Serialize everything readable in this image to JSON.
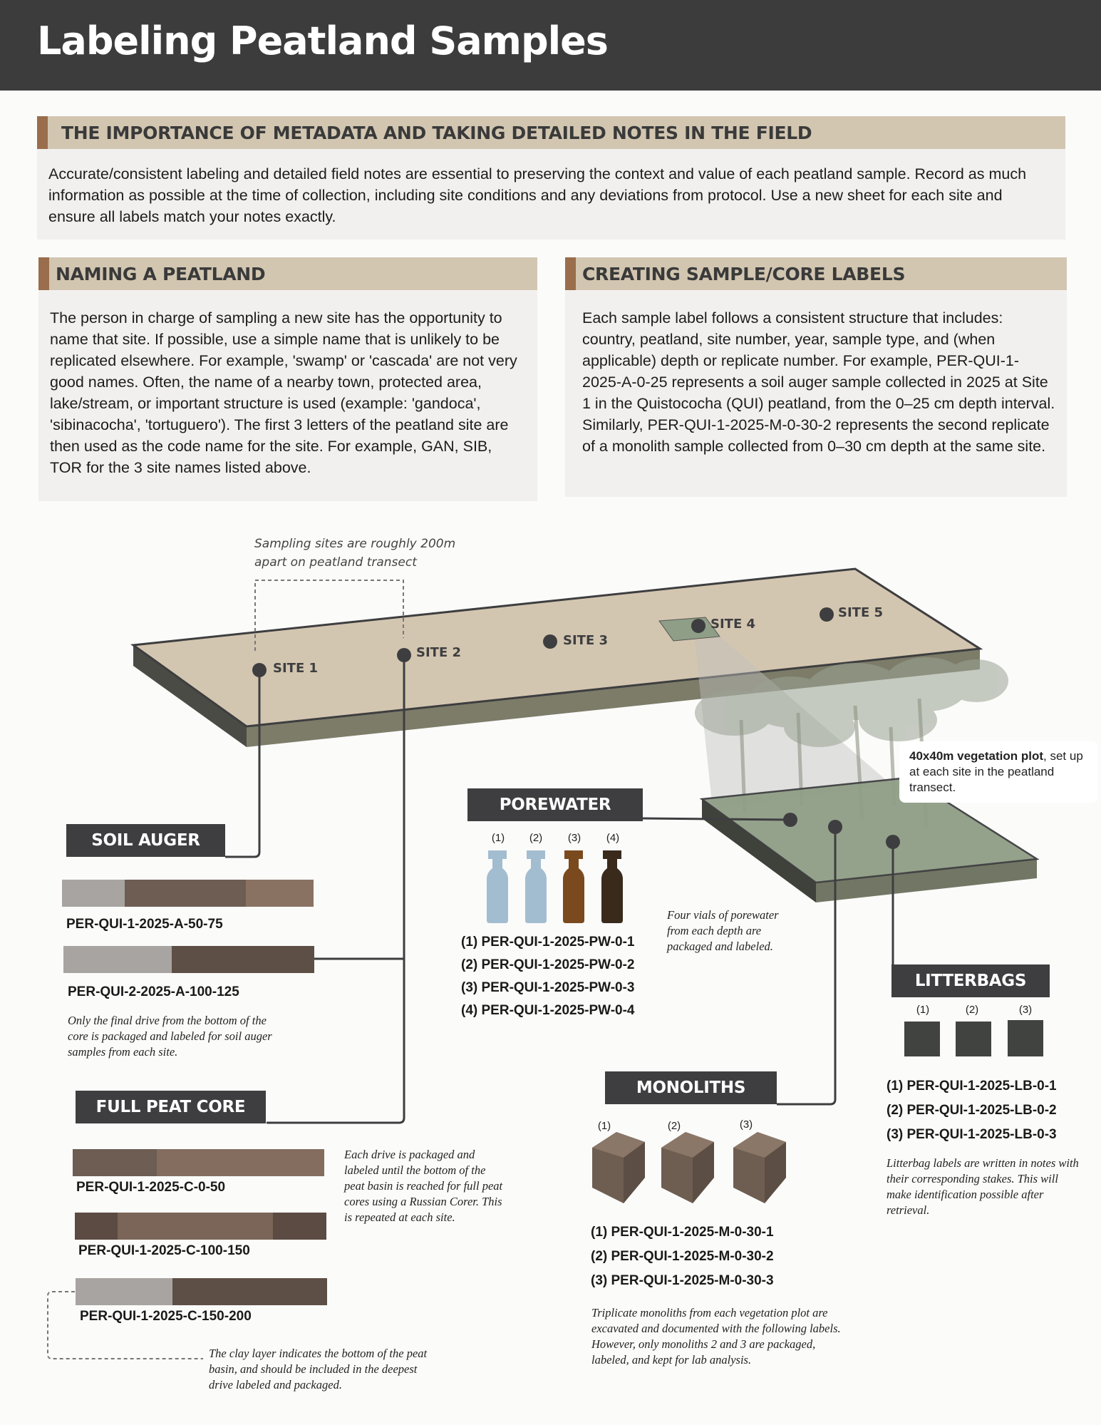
{
  "header": {
    "title": "Labeling Peatland Samples"
  },
  "metadata_section": {
    "heading": "THE IMPORTANCE OF METADATA AND TAKING DETAILED NOTES IN THE FIELD",
    "body": "Accurate/consistent labeling and detailed field notes are essential to preserving the context and value of each peatland sample. Record as much information as possible at the time of collection, including site conditions and any deviations from protocol. Use a new sheet for each site and ensure all labels match your notes exactly."
  },
  "naming_section": {
    "heading": "NAMING A PEATLAND",
    "body": "The person in charge of sampling a new site has the opportunity to name that site. If possible, use a simple name that is unlikely to be replicated elsewhere. For example, 'swamp' or 'cascada' are not very good names. Often, the name of a nearby town, protected area, lake/stream, or important structure is used (example: 'gandoca', 'sibinacocha', 'tortuguero'). The first 3 letters of the peatland site are then used as the code name for the site. For example, GAN, SIB, TOR for the 3 site names listed above."
  },
  "labels_section": {
    "heading": "CREATING SAMPLE/CORE LABELS",
    "body": "Each sample label follows a consistent structure that includes: country, peatland, site number, year, sample type, and (when applicable) depth or replicate number. For example, PER-QUI-1-2025-A-0-25 represents a soil auger sample collected in 2025 at Site 1 in the Quistococha (QUI) peatland, from the 0–25 cm depth interval. Similarly, PER-QUI-1-2025-M-0-30-2 represents the second replicate of a monolith sample collected from 0–30 cm depth at the same site."
  },
  "diagram": {
    "transect_note": "Sampling sites are roughly 200m apart on peatland transect",
    "sites": [
      "SITE 1",
      "SITE 2",
      "SITE 3",
      "SITE 4",
      "SITE 5"
    ],
    "veg_plot_bold": "40x40m vegetation plot",
    "veg_plot_rest": ", set up at each site in the peatland transect.",
    "soil_auger": {
      "title": "SOIL AUGER",
      "labels": [
        "PER-QUI-1-2025-A-50-75",
        "PER-QUI-2-2025-A-100-125"
      ],
      "note": "Only the final drive from the bottom of the core is packaged and labeled for soil auger samples from each site."
    },
    "full_core": {
      "title": "FULL PEAT CORE",
      "labels": [
        "PER-QUI-1-2025-C-0-50",
        "PER-QUI-1-2025-C-100-150",
        "PER-QUI-1-2025-C-150-200"
      ],
      "note": "Each drive is packaged and labeled until the bottom of the peat basin is reached for full peat cores using a Russian Corer. This is repeated at each site.",
      "clay_note": "The clay layer indicates the bottom of the peat basin, and should be included in the deepest drive labeled and packaged."
    },
    "porewater": {
      "title": "POREWATER",
      "nums": [
        "(1)",
        "(2)",
        "(3)",
        "(4)"
      ],
      "labels": [
        "(1) PER-QUI-1-2025-PW-0-1",
        "(2) PER-QUI-1-2025-PW-0-2",
        "(3) PER-QUI-1-2025-PW-0-3",
        "(4) PER-QUI-1-2025-PW-0-4"
      ],
      "note": "Four vials of porewater from each depth are packaged and labeled.",
      "vial_colors": [
        "#a3bdd0",
        "#a3bdd0",
        "#7a4a1e",
        "#3a2a1c"
      ]
    },
    "monoliths": {
      "title": "MONOLITHS",
      "nums": [
        "(1)",
        "(2)",
        "(3)"
      ],
      "labels": [
        "(1) PER-QUI-1-2025-M-0-30-1",
        "(2) PER-QUI-1-2025-M-0-30-2",
        "(3) PER-QUI-1-2025-M-0-30-3"
      ],
      "note": "Triplicate monoliths from each vegetation plot are excavated and documented with the following labels. However, only monoliths 2 and 3 are packaged, labeled, and kept for lab analysis."
    },
    "litterbags": {
      "title": "LITTERBAGS",
      "nums": [
        "(1)",
        "(2)",
        "(3)"
      ],
      "labels": [
        "(1) PER-QUI-1-2025-LB-0-1",
        "(2) PER-QUI-1-2025-LB-0-2",
        "(3) PER-QUI-1-2025-LB-0-3"
      ],
      "note": "Litterbag labels are written in notes with their corresponding stakes. This will make identification possible after retrieval."
    }
  },
  "colors": {
    "dark": "#3e3e40",
    "tan": "#d2c6b1",
    "accent": "#9a6d4c",
    "peat_top": "#d3c6b0",
    "veg_top": "#8f9e86"
  }
}
